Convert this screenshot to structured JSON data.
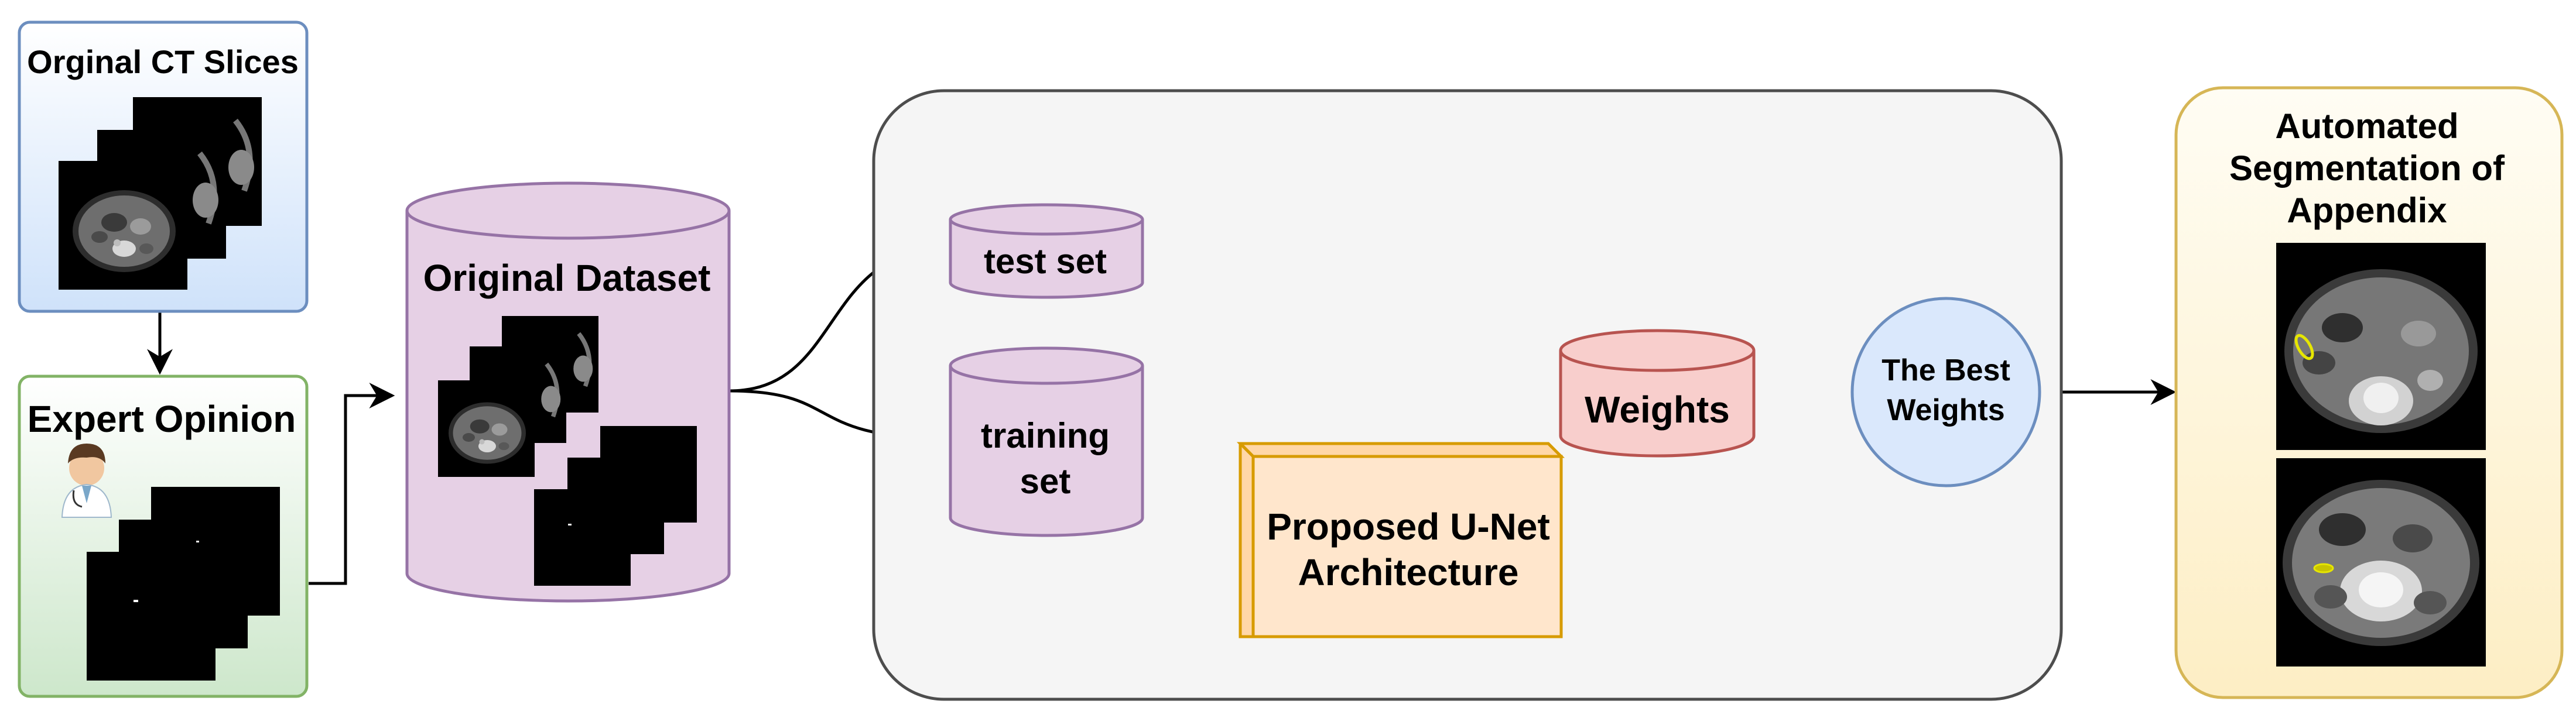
{
  "nodes": {
    "ct_slices": {
      "label": "Orginal CT Slices"
    },
    "expert": {
      "label": "Expert Opinion"
    },
    "dataset": {
      "label": "Original Dataset"
    },
    "test_set": {
      "label": "test set"
    },
    "training_set": {
      "line1": "training",
      "line2": "set"
    },
    "unet": {
      "line1": "Proposed U-Net",
      "line2": "Architecture"
    },
    "weights": {
      "label": "Weights"
    },
    "best_weights": {
      "line1": "The Best",
      "line2": "Weights"
    },
    "output": {
      "line1": "Automated",
      "line2": "Segmentation of",
      "line3": "Appendix"
    }
  },
  "colors": {
    "blue_stroke": "#6c8ebf",
    "blue_fill": "#dae8fc",
    "green_stroke": "#82b366",
    "green_fill": "#d5e8d4",
    "purple_stroke": "#9673a6",
    "purple_fill": "#e6d0e5",
    "gray_stroke": "#4d4d4d",
    "gray_fill": "#f5f5f5",
    "orange_stroke": "#d79b00",
    "orange_fill": "#ffe6cc",
    "red_stroke": "#b85450",
    "red_fill": "#f8cecc",
    "yellow_stroke": "#d6b656",
    "yellow_fill": "#fff2cc",
    "best_fill": "#dae8fc",
    "best_stroke": "#6c8ebf",
    "marker_yellow": "#e6e600"
  },
  "icons": {
    "ct_stack": "ct-slice-stack-icon",
    "mask_stack": "mask-stack-icon",
    "doctor": "doctor-avatar-icon",
    "ct_output": "ct-segmentation-image-icon"
  }
}
